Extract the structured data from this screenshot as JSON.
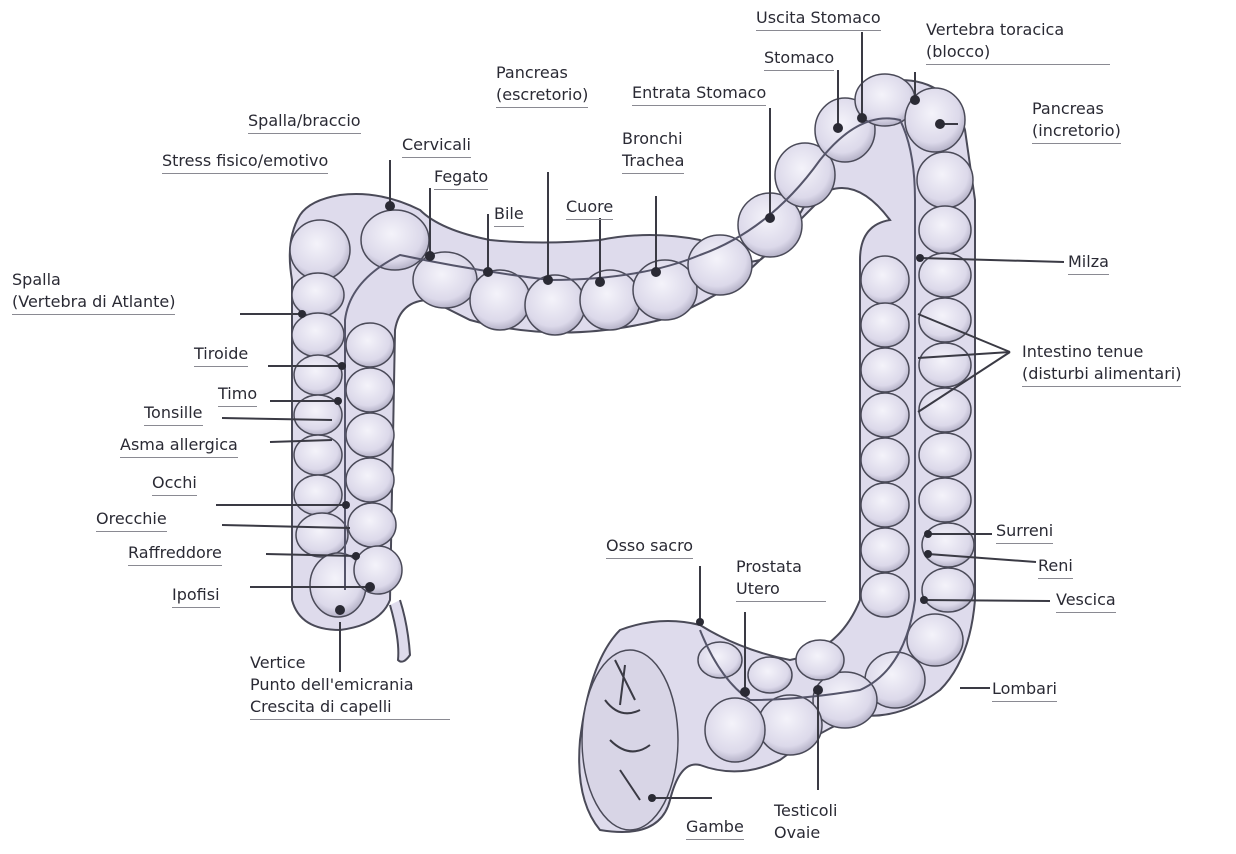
{
  "labels": {
    "uscita_stomaco": "Uscita Stomaco",
    "vertebra_toracica": [
      "Vertebra toracica",
      "(blocco)"
    ],
    "stomaco": "Stomaco",
    "pancreas_escretorio": [
      "Pancreas",
      "(escretorio)"
    ],
    "entrata_stomaco": "Entrata Stomaco",
    "pancreas_incretorio": [
      "Pancreas",
      "(incretorio)"
    ],
    "spalla_braccio": "Spalla/braccio",
    "cervicali": "Cervicali",
    "bronchi_trachea": [
      "Bronchi",
      "Trachea"
    ],
    "stress": "Stress fisico/emotivo",
    "fegato": "Fegato",
    "bile": "Bile",
    "cuore": "Cuore",
    "milza": "Milza",
    "spalla_atlante": [
      "Spalla",
      "(Vertebra di Atlante)"
    ],
    "tiroide": "Tiroide",
    "intestino_tenue": [
      "Intestino tenue",
      "(disturbi alimentari)"
    ],
    "timo": "Timo",
    "tonsille": "Tonsille",
    "asma": "Asma allergica",
    "occhi": "Occhi",
    "orecchie": "Orecchie",
    "surreni": "Surreni",
    "raffreddore": "Raffreddore",
    "osso_sacro": "Osso sacro",
    "prostata_utero": [
      "Prostata",
      "Utero"
    ],
    "reni": "Reni",
    "ipofisi": "Ipofisi",
    "vescica": "Vescica",
    "vertice": [
      "Vertice",
      "Punto dell'emicrania",
      "Crescita di capelli"
    ],
    "lombari": "Lombari",
    "testicoli_ovaie": [
      "Testicoli",
      "Ovaie"
    ],
    "gambe": "Gambe"
  },
  "colors": {
    "organ_fill": "#e6e4f2",
    "organ_stroke": "#4a4a58",
    "leader": "#3a3a44",
    "text": "#2a2a34"
  }
}
